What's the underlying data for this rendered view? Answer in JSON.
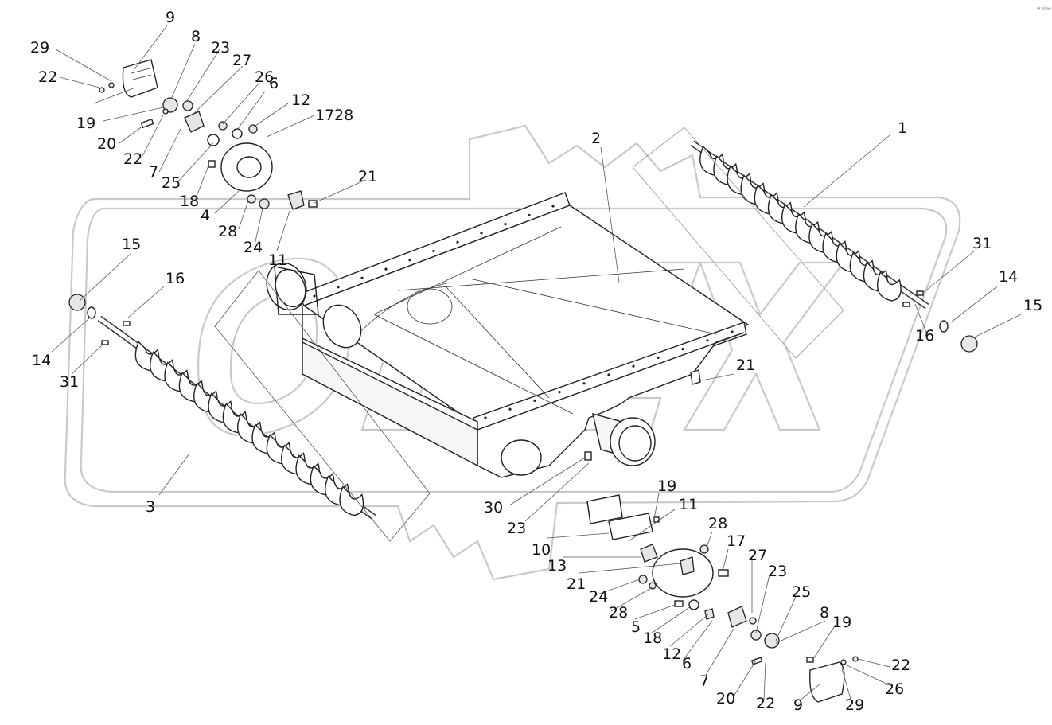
{
  "watermark": "OPEX",
  "corner_mark": "ᵈʳ ˢʰᵃᵒ",
  "labels": [
    {
      "id": "l1",
      "text": "9"
    },
    {
      "id": "l2",
      "text": "29"
    },
    {
      "id": "l3",
      "text": "8"
    },
    {
      "id": "l4",
      "text": "23"
    },
    {
      "id": "l5",
      "text": "27"
    },
    {
      "id": "l6",
      "text": "26"
    },
    {
      "id": "l7",
      "text": "6"
    },
    {
      "id": "l8",
      "text": "12"
    },
    {
      "id": "l9",
      "text": "17"
    },
    {
      "id": "l10",
      "text": "22"
    },
    {
      "id": "l11",
      "text": "28"
    },
    {
      "id": "l12",
      "text": "19"
    },
    {
      "id": "l13",
      "text": "20"
    },
    {
      "id": "l14",
      "text": "22"
    },
    {
      "id": "l15",
      "text": "7"
    },
    {
      "id": "l16",
      "text": "25"
    },
    {
      "id": "l17",
      "text": "18"
    },
    {
      "id": "l18",
      "text": "4"
    },
    {
      "id": "l19",
      "text": "21"
    },
    {
      "id": "l20",
      "text": "28"
    },
    {
      "id": "l21",
      "text": "24"
    },
    {
      "id": "l22",
      "text": "11"
    },
    {
      "id": "l23",
      "text": "2"
    },
    {
      "id": "l24",
      "text": "1"
    },
    {
      "id": "l25",
      "text": "15"
    },
    {
      "id": "l26",
      "text": "16"
    },
    {
      "id": "l27",
      "text": "14"
    },
    {
      "id": "l28",
      "text": "31"
    },
    {
      "id": "l29",
      "text": "31"
    },
    {
      "id": "l30",
      "text": "14"
    },
    {
      "id": "l31",
      "text": "15"
    },
    {
      "id": "l32",
      "text": "16"
    },
    {
      "id": "l33",
      "text": "21"
    },
    {
      "id": "l34",
      "text": "3"
    },
    {
      "id": "l35",
      "text": "30"
    },
    {
      "id": "l36",
      "text": "23"
    },
    {
      "id": "l37",
      "text": "19"
    },
    {
      "id": "l38",
      "text": "11"
    },
    {
      "id": "l39",
      "text": "10"
    },
    {
      "id": "l40",
      "text": "13"
    },
    {
      "id": "l41",
      "text": "21"
    },
    {
      "id": "l42",
      "text": "28"
    },
    {
      "id": "l43",
      "text": "17"
    },
    {
      "id": "l44",
      "text": "27"
    },
    {
      "id": "l45",
      "text": "23"
    },
    {
      "id": "l46",
      "text": "24"
    },
    {
      "id": "l47",
      "text": "28"
    },
    {
      "id": "l48",
      "text": "25"
    },
    {
      "id": "l49",
      "text": "5"
    },
    {
      "id": "l50",
      "text": "18"
    },
    {
      "id": "l51",
      "text": "12"
    },
    {
      "id": "l52",
      "text": "8"
    },
    {
      "id": "l53",
      "text": "19"
    },
    {
      "id": "l54",
      "text": "6"
    },
    {
      "id": "l55",
      "text": "22"
    },
    {
      "id": "l56",
      "text": "7"
    },
    {
      "id": "l57",
      "text": "26"
    },
    {
      "id": "l58",
      "text": "20"
    },
    {
      "id": "l59",
      "text": "22"
    },
    {
      "id": "l60",
      "text": "9"
    },
    {
      "id": "l61",
      "text": "29"
    }
  ]
}
